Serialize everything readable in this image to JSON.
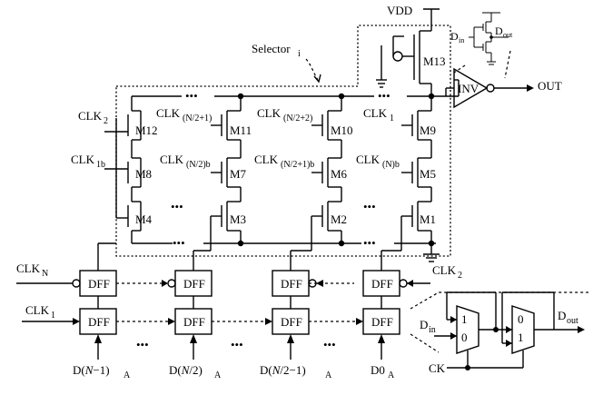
{
  "supply": {
    "vdd": "VDD"
  },
  "selector": {
    "base": "Selector",
    "sub": "i"
  },
  "output": {
    "inv": "INV",
    "out": "OUT"
  },
  "transistors": {
    "m13": "M13",
    "m12": "M12",
    "m11": "M11",
    "m10": "M10",
    "m9": "M9",
    "m8": "M8",
    "m7": "M7",
    "m6": "M6",
    "m5": "M5",
    "m4": "M4",
    "m3": "M3",
    "m2": "M2",
    "m1": "M1"
  },
  "clocks": {
    "clk2_side": {
      "base": "CLK",
      "sub": "2"
    },
    "clk1b_side": {
      "base": "CLK",
      "sub": "1b"
    },
    "top1": {
      "base": "CLK",
      "sub": "(N/2+1)"
    },
    "top2": {
      "base": "CLK",
      "sub": "(N/2+2)"
    },
    "top3": {
      "base": "CLK",
      "sub": "1"
    },
    "mid1": {
      "base": "CLK",
      "sub": "(N/2)b"
    },
    "mid2": {
      "base": "CLK",
      "sub": "(N/2+1)b"
    },
    "mid3": {
      "base": "CLK",
      "sub": "(N)b"
    },
    "clkN": {
      "base": "CLK",
      "sub": "N"
    },
    "clk1": {
      "base": "CLK",
      "sub": "1"
    },
    "clk2r": {
      "base": "CLK",
      "sub": "2"
    }
  },
  "dff": {
    "label": "DFF"
  },
  "data_inputs": [
    {
      "base": "D(",
      "var": "N",
      "tail": "−1)",
      "sub": "A"
    },
    {
      "base": "D(",
      "var": "N",
      "tail": "/2)",
      "sub": "A"
    },
    {
      "base": "D(",
      "var": "N",
      "tail": "/2−1)",
      "sub": "A"
    },
    {
      "base": "D0",
      "var": "",
      "tail": "",
      "sub": "A"
    }
  ],
  "ellipsis": "•••",
  "mux": {
    "din": {
      "base": "D",
      "sub": "in"
    },
    "dout": {
      "base": "D",
      "sub": "out"
    },
    "ck": "CK",
    "in1": "1",
    "in0": "0",
    "in0b": "0",
    "in1b": "1"
  },
  "inset": {
    "din": {
      "base": "D",
      "sub": "in"
    },
    "dout": {
      "base": "D",
      "sub": "out"
    }
  }
}
